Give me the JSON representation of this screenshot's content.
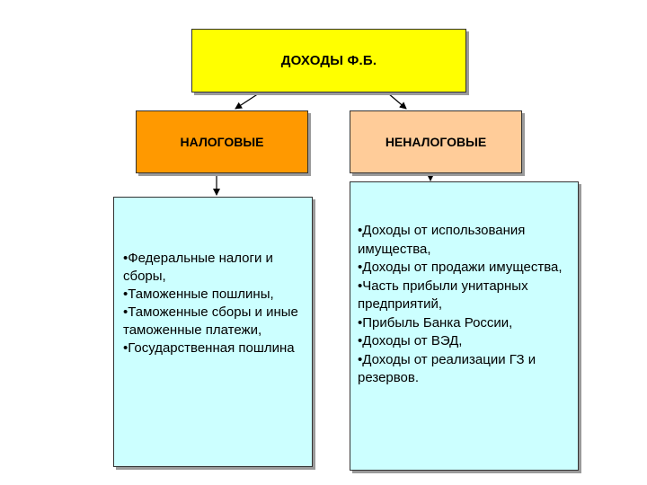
{
  "root": {
    "label": "ДОХОДЫ  Ф.Б."
  },
  "categories": {
    "tax": {
      "label": "НАЛОГОВЫЕ"
    },
    "nontax": {
      "label": "НЕНАЛОГОВЫЕ"
    }
  },
  "lists": {
    "tax": {
      "items": [
        "•Федеральные налоги и  сборы,",
        "•Таможенные пошлины,",
        "•Таможенные сборы и иные таможенные платежи,",
        "•Государственная пошлина"
      ]
    },
    "nontax": {
      "items": [
        "•Доходы от использования имущества,",
        "•Доходы от продажи имущества,",
        "•Часть прибыли унитарных предприятий,",
        "•Прибыль Банка России,",
        "•Доходы от ВЭД,",
        "•Доходы от реализации ГЗ и резервов."
      ]
    }
  },
  "colors": {
    "root": "#ffff00",
    "tax": "#ff9900",
    "nontax": "#ffcc99",
    "lists": "#ccffff"
  }
}
